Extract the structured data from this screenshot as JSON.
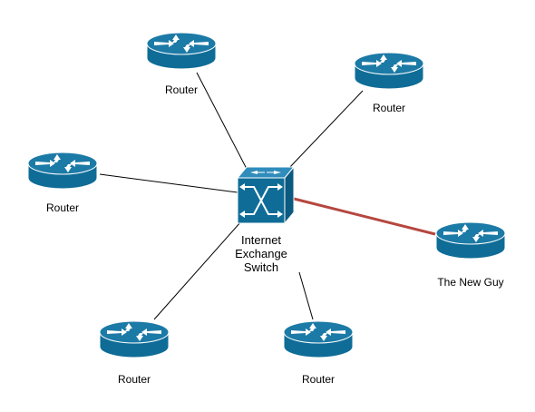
{
  "diagram": {
    "switch": {
      "label_lines": [
        "Internet",
        "Exchange",
        "Switch"
      ]
    },
    "routers": [
      {
        "id": "router-top",
        "label": "Router"
      },
      {
        "id": "router-top-right",
        "label": "Router"
      },
      {
        "id": "router-left",
        "label": "Router"
      },
      {
        "id": "router-new",
        "label": "The New Guy",
        "highlight": true
      },
      {
        "id": "router-bottom-left",
        "label": "Router"
      },
      {
        "id": "router-bottom",
        "label": "Router"
      }
    ],
    "colors": {
      "device_fill": "#0f6c97",
      "device_top": "#2f8cbb",
      "device_stroke": "#ffffff",
      "link": "#000000",
      "highlight_link": "#b5473f"
    }
  }
}
